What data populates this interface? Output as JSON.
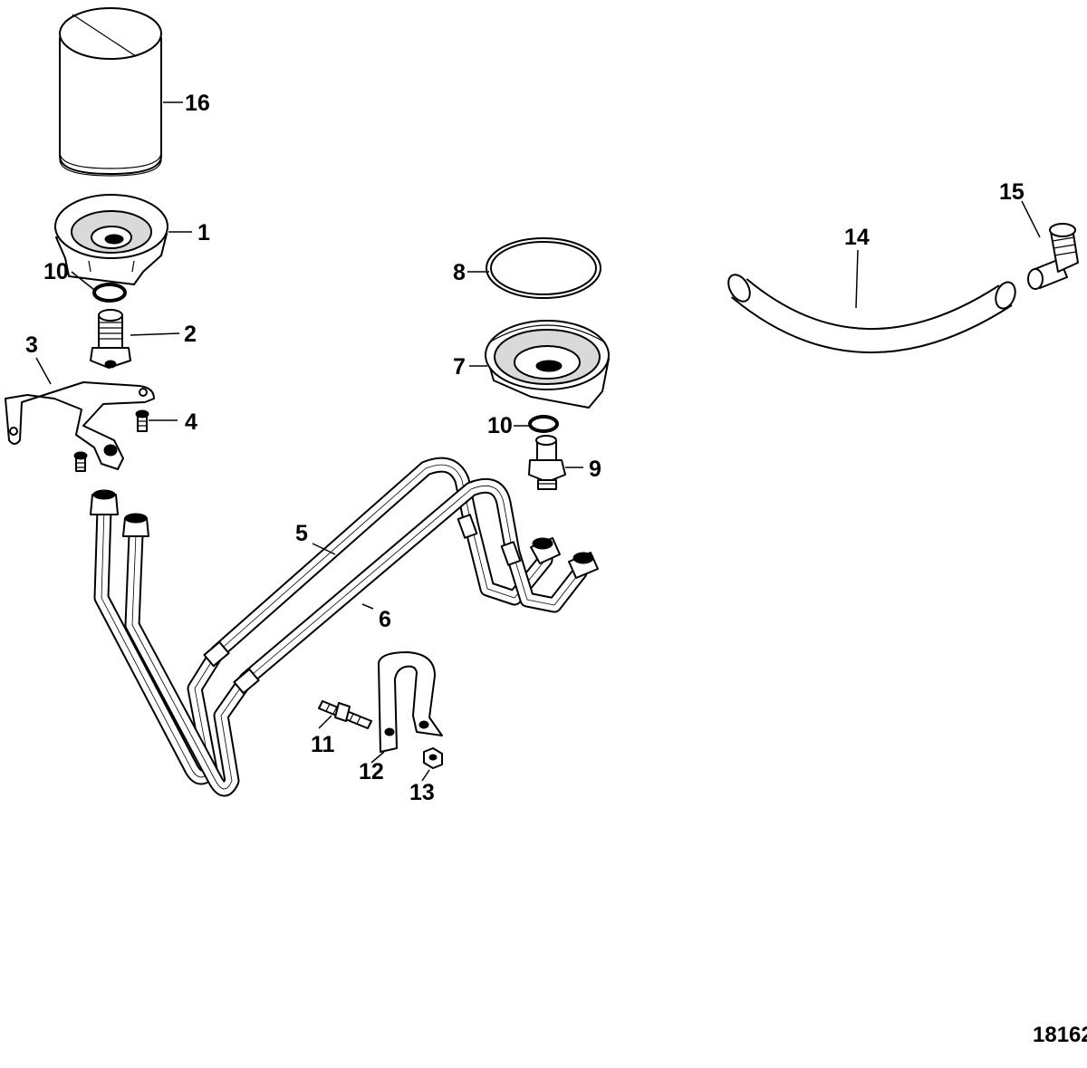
{
  "figure_number": "18162",
  "callouts": {
    "c1": "1",
    "c2": "2",
    "c3": "3",
    "c4": "4",
    "c5": "5",
    "c6": "6",
    "c7": "7",
    "c8": "8",
    "c9": "9",
    "c10a": "10",
    "c10b": "10",
    "c11": "11",
    "c12": "12",
    "c13": "13",
    "c14": "14",
    "c15": "15",
    "c16": "16"
  },
  "colors": {
    "line": "#000000",
    "background": "#ffffff",
    "shade": "#d9d9d9"
  }
}
